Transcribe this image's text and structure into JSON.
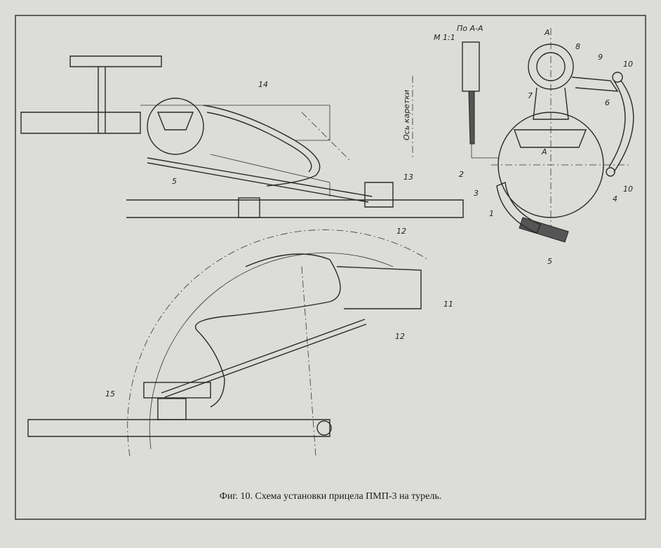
{
  "caption": "Фиг. 10. Схема установки прицела ПМП-3 на турель.",
  "section_view": {
    "title": "По А-А",
    "scale": "М 1:1"
  },
  "axis_label": "Ось каретки",
  "section_marks": [
    "А",
    "А"
  ],
  "callouts": {
    "top_left": [
      "14",
      "5",
      "13",
      "12"
    ],
    "right_view": [
      "8",
      "9",
      "10",
      "7",
      "6",
      "2",
      "3",
      "1",
      "4",
      "10",
      "5"
    ],
    "bottom": [
      "11",
      "12",
      "15"
    ]
  }
}
